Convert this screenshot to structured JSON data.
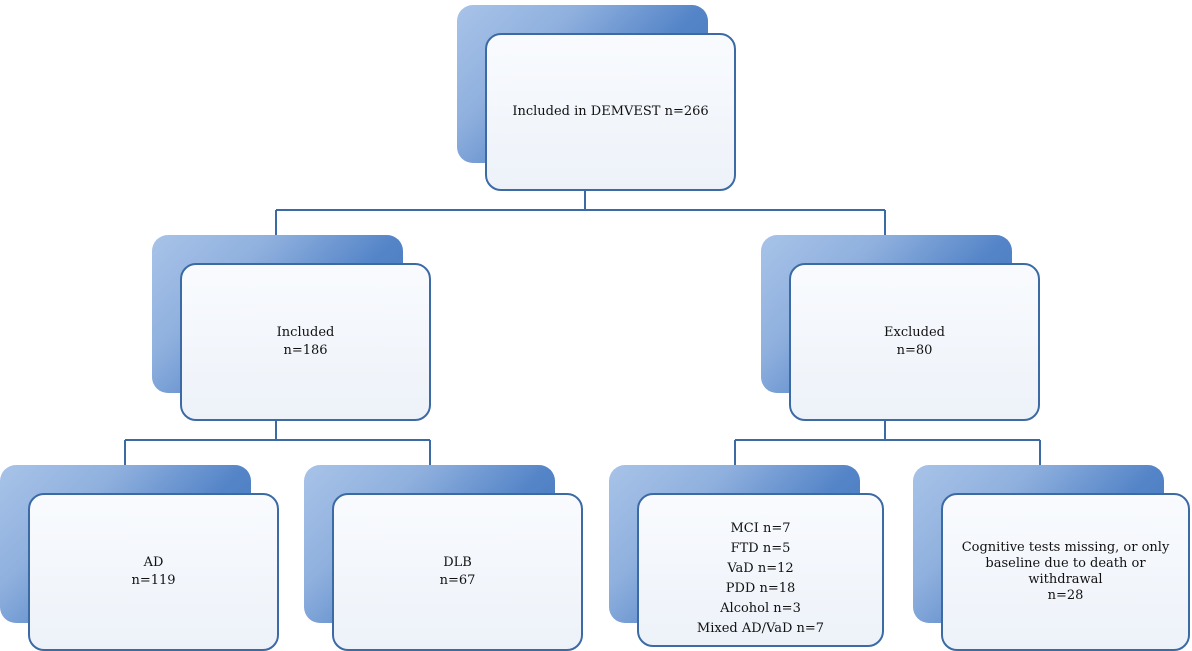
{
  "nodes": {
    "root": {
      "lines": [
        "Included in DEMVEST n=266"
      ]
    },
    "included": {
      "lines": [
        "Included",
        "n=186"
      ]
    },
    "excluded": {
      "lines": [
        "Excluded",
        "n=80"
      ]
    },
    "ad": {
      "lines": [
        "AD",
        "n=119"
      ]
    },
    "dlb": {
      "lines": [
        "DLB",
        "n=67"
      ]
    },
    "excluded_diagnoses": {
      "lines": [
        "MCI n=7",
        "FTD n=5",
        "VaD n=12",
        "PDD n=18",
        "Alcohol n=3",
        "Mixed AD/VaD n=7"
      ]
    },
    "excluded_missing": {
      "lines": [
        "Cognitive tests missing, or only",
        "baseline due to death or withdrawal",
        "n=28"
      ]
    }
  },
  "colors": {
    "connector": "#3c6aa5",
    "card_border": "#3c6aa5",
    "shadow_light": "#a8c3e8",
    "shadow_dark": "#3f72bd"
  }
}
